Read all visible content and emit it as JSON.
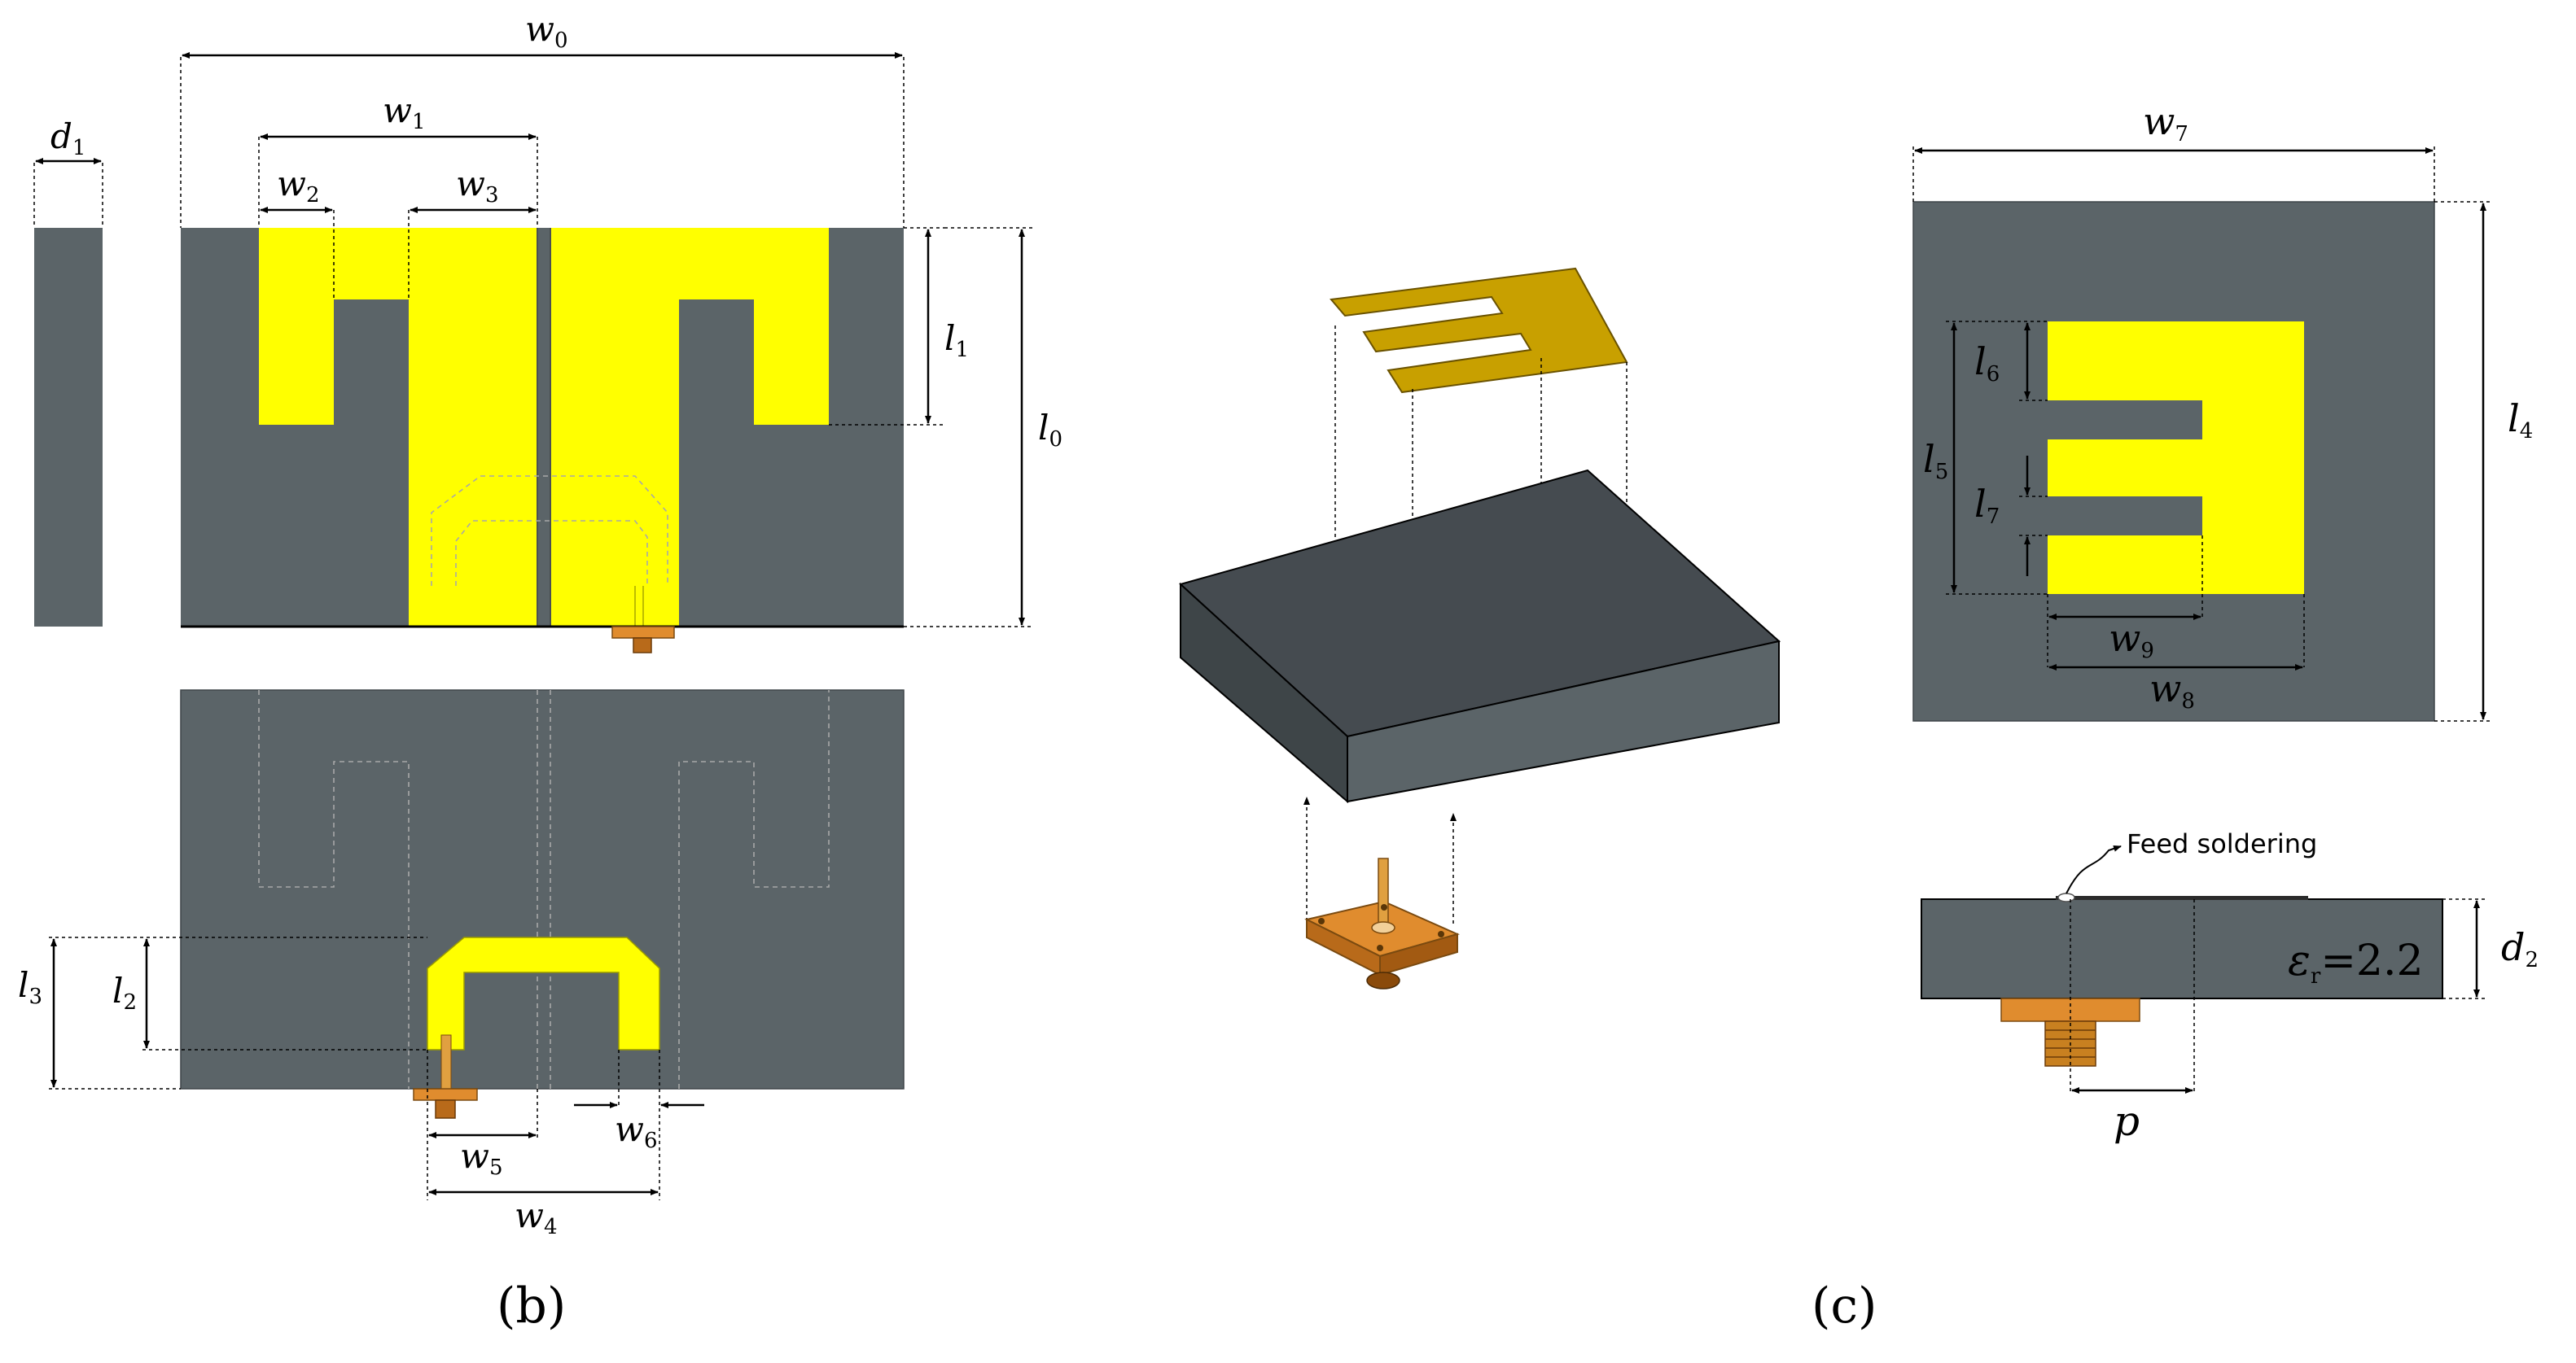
{
  "panels": {
    "b": {
      "caption": "(b)"
    },
    "c": {
      "caption": "(c)"
    }
  },
  "labels": {
    "w0": {
      "base": "w",
      "sub": "0"
    },
    "w1": {
      "base": "w",
      "sub": "1"
    },
    "w2": {
      "base": "w",
      "sub": "2"
    },
    "w3": {
      "base": "w",
      "sub": "3"
    },
    "w4": {
      "base": "w",
      "sub": "4"
    },
    "w5": {
      "base": "w",
      "sub": "5"
    },
    "w6": {
      "base": "w",
      "sub": "6"
    },
    "w7": {
      "base": "w",
      "sub": "7"
    },
    "w8": {
      "base": "w",
      "sub": "8"
    },
    "w9": {
      "base": "w",
      "sub": "9"
    },
    "d1": {
      "base": "d",
      "sub": "1"
    },
    "d2": {
      "base": "d",
      "sub": "2"
    },
    "l0": {
      "base": "l",
      "sub": "0"
    },
    "l1": {
      "base": "l",
      "sub": "1"
    },
    "l2": {
      "base": "l",
      "sub": "2"
    },
    "l3": {
      "base": "l",
      "sub": "3"
    },
    "l4": {
      "base": "l",
      "sub": "4"
    },
    "l5": {
      "base": "l",
      "sub": "5"
    },
    "l6": {
      "base": "l",
      "sub": "6"
    },
    "l7": {
      "base": "l",
      "sub": "7"
    },
    "p": {
      "base": "p"
    },
    "eps": {
      "base": "ε",
      "sub": "r",
      "value": "=2.2"
    }
  },
  "annotations": {
    "feed_soldering": "Feed soldering"
  },
  "colors": {
    "substrate": "#5b6468",
    "substrate_dark": "#454b50",
    "substrate_side": "#3e4548",
    "copper": "#ffff00",
    "patch_gold": "#c8a000",
    "connector": "#e08c2e",
    "hidden_line": "#a8a8a8"
  }
}
